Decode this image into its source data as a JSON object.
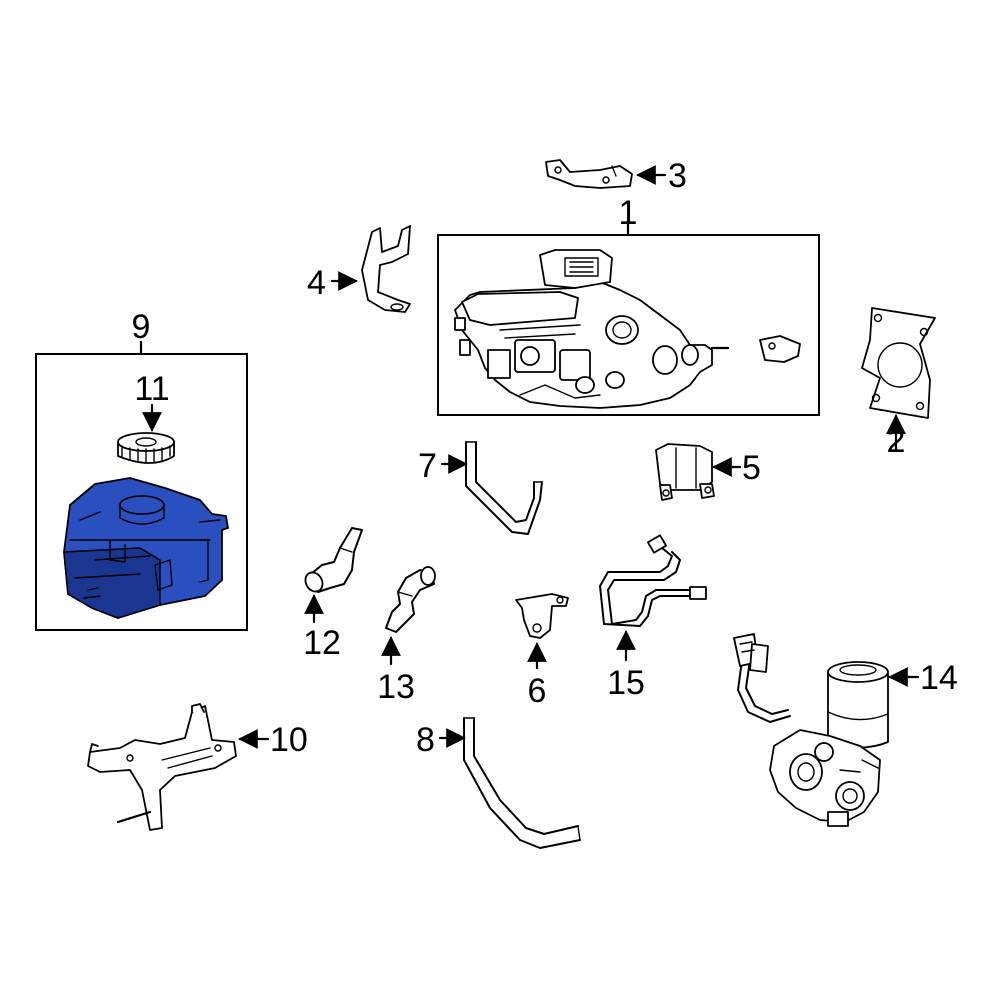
{
  "diagram": {
    "colors": {
      "highlight": "#2a4fbf",
      "highlight_dark": "#1a3690",
      "line": "#000000",
      "background": "#ffffff"
    },
    "callouts": {
      "p1": "1",
      "p2": "2",
      "p3": "3",
      "p4": "4",
      "p5": "5",
      "p6": "6",
      "p7": "7",
      "p8": "8",
      "p9": "9",
      "p10": "10",
      "p11": "11",
      "p12": "12",
      "p13": "13",
      "p14": "14",
      "p15": "15"
    }
  }
}
